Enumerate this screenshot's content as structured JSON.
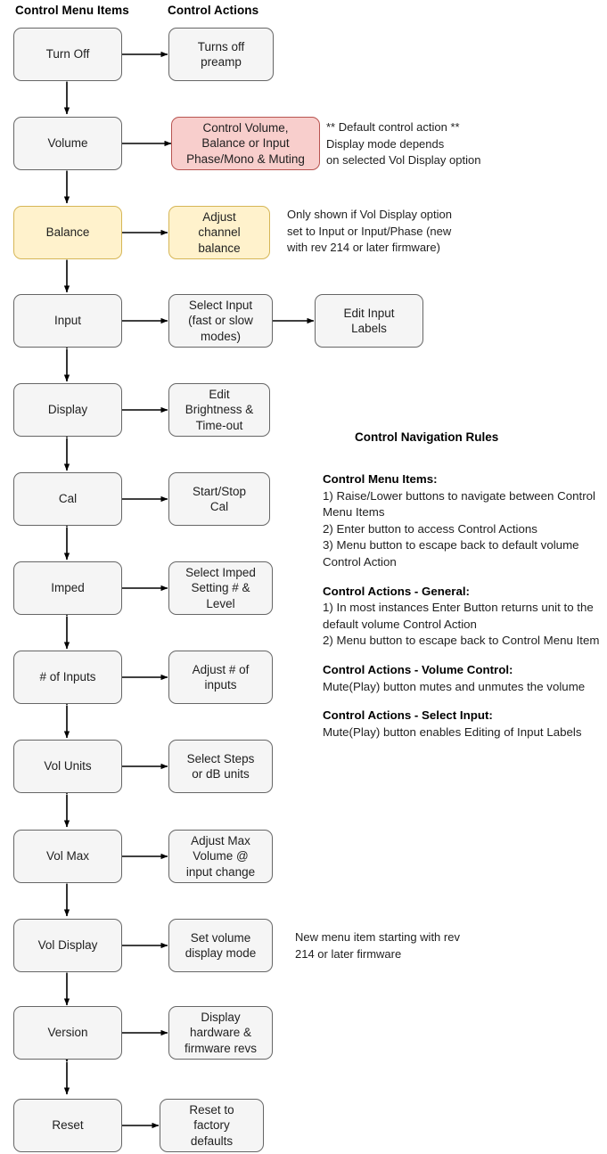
{
  "headers": {
    "menu_items": "Control Menu Items",
    "actions": "Control Actions"
  },
  "colors": {
    "node_fill": "#f5f5f5",
    "node_border": "#666666",
    "highlight_red_fill": "#f8cecc",
    "highlight_red_border": "#b85450",
    "highlight_yellow_fill": "#fff2cc",
    "highlight_yellow_border": "#d6b656",
    "text": "#1f1f1f",
    "arrow": "#000000"
  },
  "menu_items": [
    {
      "label": "Turn Off",
      "style": "plain"
    },
    {
      "label": "Volume",
      "style": "plain"
    },
    {
      "label": "Balance",
      "style": "yellow"
    },
    {
      "label": "Input",
      "style": "plain"
    },
    {
      "label": "Display",
      "style": "plain"
    },
    {
      "label": "Cal",
      "style": "plain"
    },
    {
      "label": "Imped",
      "style": "plain"
    },
    {
      "label": "# of Inputs",
      "style": "plain"
    },
    {
      "label": "Vol Units",
      "style": "plain"
    },
    {
      "label": "Vol Max",
      "style": "plain"
    },
    {
      "label": "Vol Display",
      "style": "plain"
    },
    {
      "label": "Version",
      "style": "plain"
    },
    {
      "label": "Reset",
      "style": "plain"
    }
  ],
  "actions": [
    {
      "label": "Turns off\npreamp",
      "style": "plain"
    },
    {
      "label": "Control Volume,\nBalance or Input\nPhase/Mono & Muting",
      "style": "red"
    },
    {
      "label": "Adjust\nchannel\nbalance",
      "style": "yellow"
    },
    {
      "label": "Select Input\n(fast or slow\nmodes)",
      "style": "plain"
    },
    {
      "label": "Edit\nBrightness &\nTime-out",
      "style": "plain"
    },
    {
      "label": "Start/Stop\nCal",
      "style": "plain"
    },
    {
      "label": "Select Imped\nSetting # &\nLevel",
      "style": "plain"
    },
    {
      "label": "Adjust # of\ninputs",
      "style": "plain"
    },
    {
      "label": "Select Steps\nor dB units",
      "style": "plain"
    },
    {
      "label": "Adjust Max\nVolume @\ninput change",
      "style": "plain"
    },
    {
      "label": "Set volume\ndisplay mode",
      "style": "plain"
    },
    {
      "label": "Display\nhardware &\nfirmware revs",
      "style": "plain"
    },
    {
      "label": "Reset to\nfactory\ndefaults",
      "style": "plain"
    }
  ],
  "secondary_actions": [
    {
      "label": "Edit Input\nLabels",
      "style": "plain"
    }
  ],
  "notes": {
    "volume": "** Default control action **\nDisplay mode depends\non selected Vol Display option",
    "balance": "Only shown if Vol Display option\nset to Input or Input/Phase (new\nwith rev 214 or later firmware)",
    "vol_display": "New menu item starting with rev\n214 or later firmware"
  },
  "rules": {
    "title": "Control Navigation Rules",
    "sections": [
      {
        "heading": "Control Menu Items:",
        "body": "1) Raise/Lower buttons to navigate between Control Menu Items\n2) Enter button to access Control Actions\n3) Menu button to escape back to default volume Control Action"
      },
      {
        "heading": "Control Actions - General:",
        "body": "1) In most instances Enter Button returns unit to the default volume Control Action\n2) Menu button to escape back to Control Menu Item"
      },
      {
        "heading": "Control Actions - Volume Control:",
        "body": "Mute(Play) button mutes and unmutes the volume"
      },
      {
        "heading": "Control Actions - Select Input:",
        "body": "Mute(Play) button enables Editing of Input Labels"
      }
    ]
  }
}
